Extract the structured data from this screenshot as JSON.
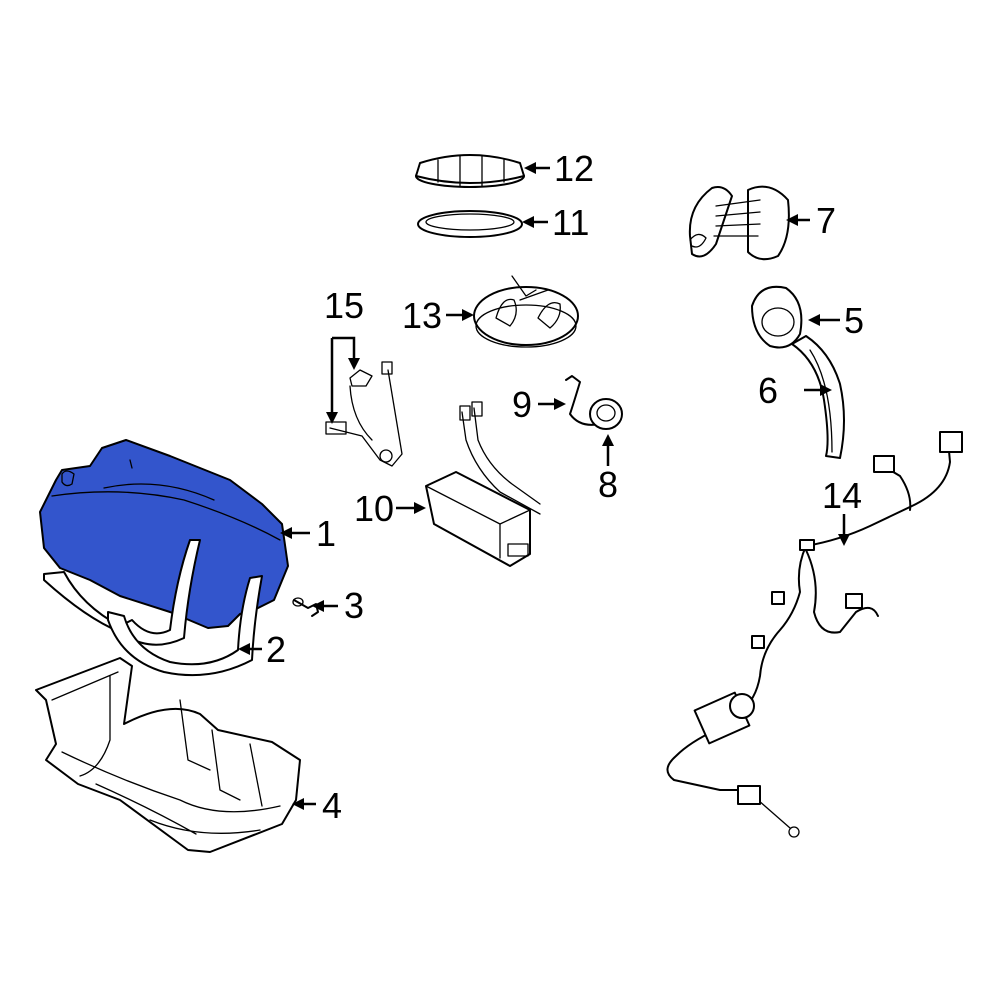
{
  "highlight_color": "#3355cc",
  "callouts": {
    "c1": "1",
    "c2": "2",
    "c3": "3",
    "c4": "4",
    "c5": "5",
    "c6": "6",
    "c7": "7",
    "c8": "8",
    "c9": "9",
    "c10": "10",
    "c11": "11",
    "c12": "12",
    "c13": "13",
    "c14": "14",
    "c15": "15"
  }
}
